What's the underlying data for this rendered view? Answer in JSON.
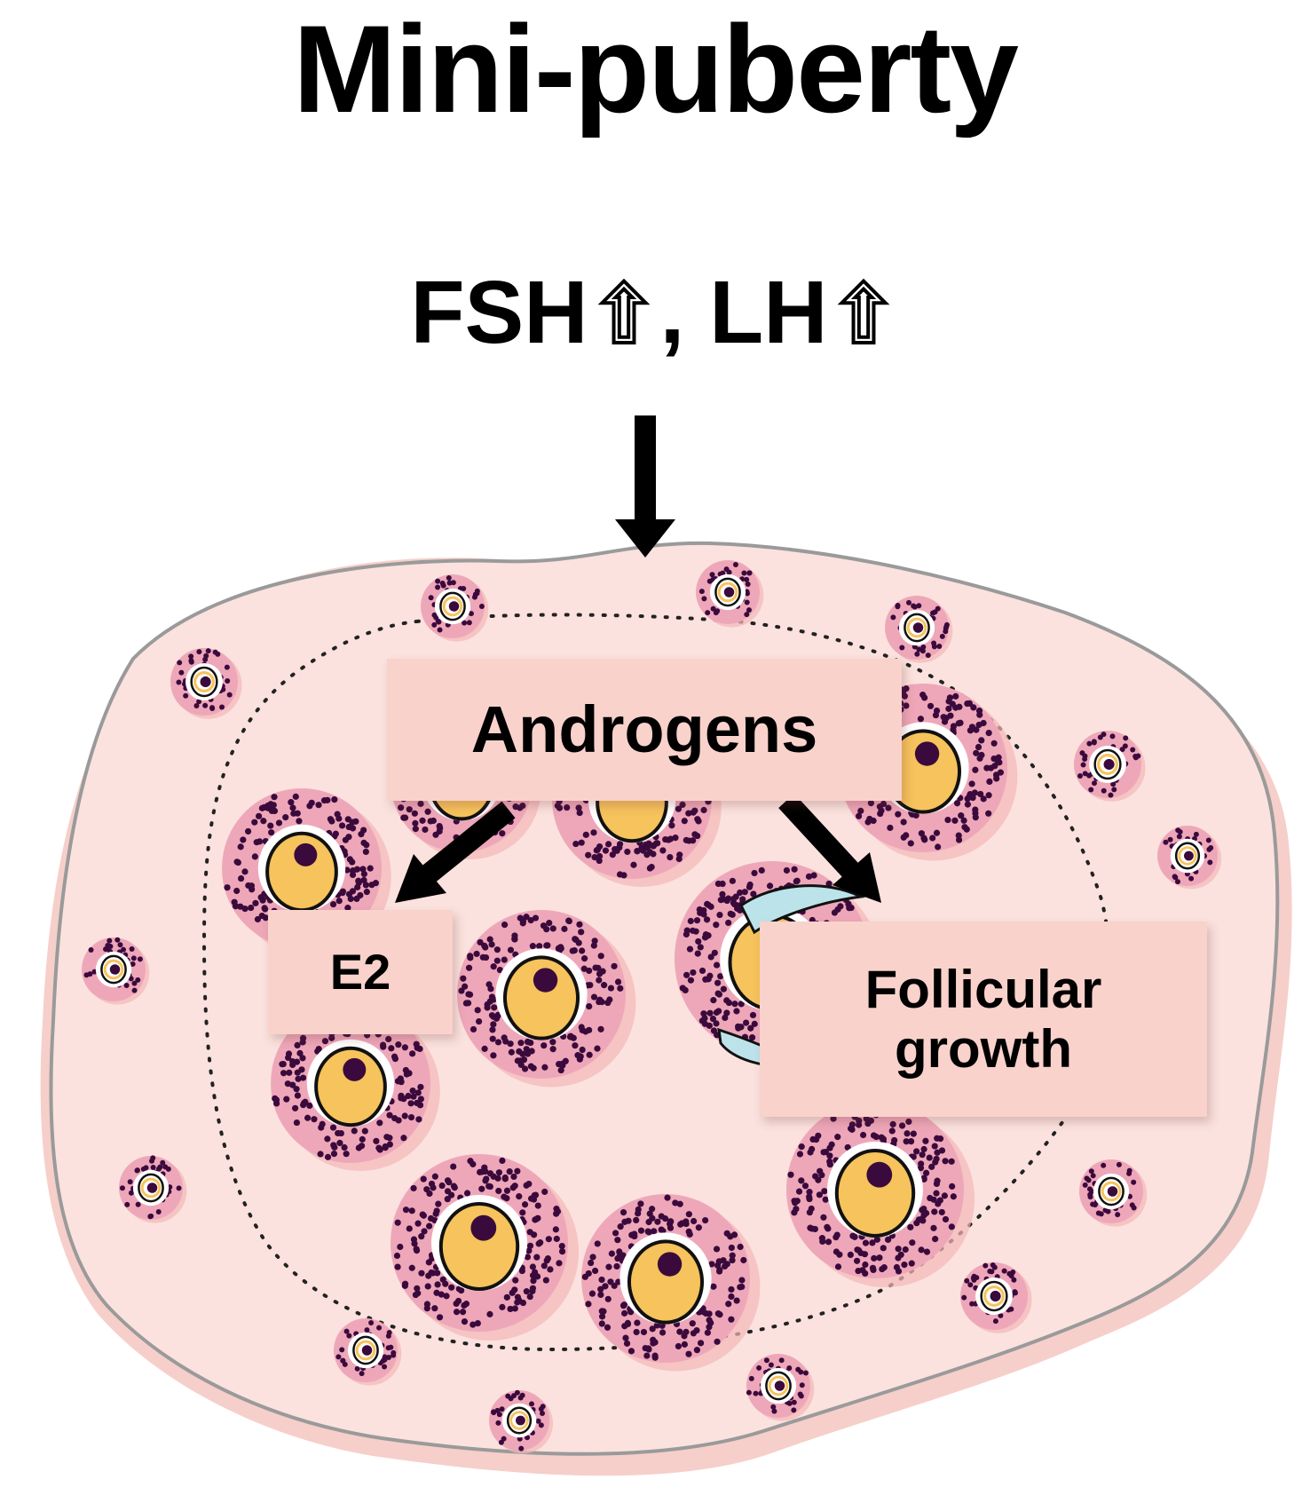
{
  "title": "Mini-puberty",
  "hormones": {
    "fsh": "FSH",
    "lh": "LH",
    "separator": ",",
    "up_glyph": "⇧"
  },
  "boxes": {
    "androgens": "Androgens",
    "e2": "E2",
    "follicular_line1": "Follicular",
    "follicular_line2": "growth"
  },
  "colors": {
    "ovary_fill": "#fbe2de",
    "ovary_outline": "#9a9a9a",
    "follicle_granulosa": "#eea7b9",
    "oocyte": "#f6c35c",
    "nucleus": "#3a0a3c",
    "box_fill": "#f9d2cc",
    "arrow": "#000000"
  }
}
